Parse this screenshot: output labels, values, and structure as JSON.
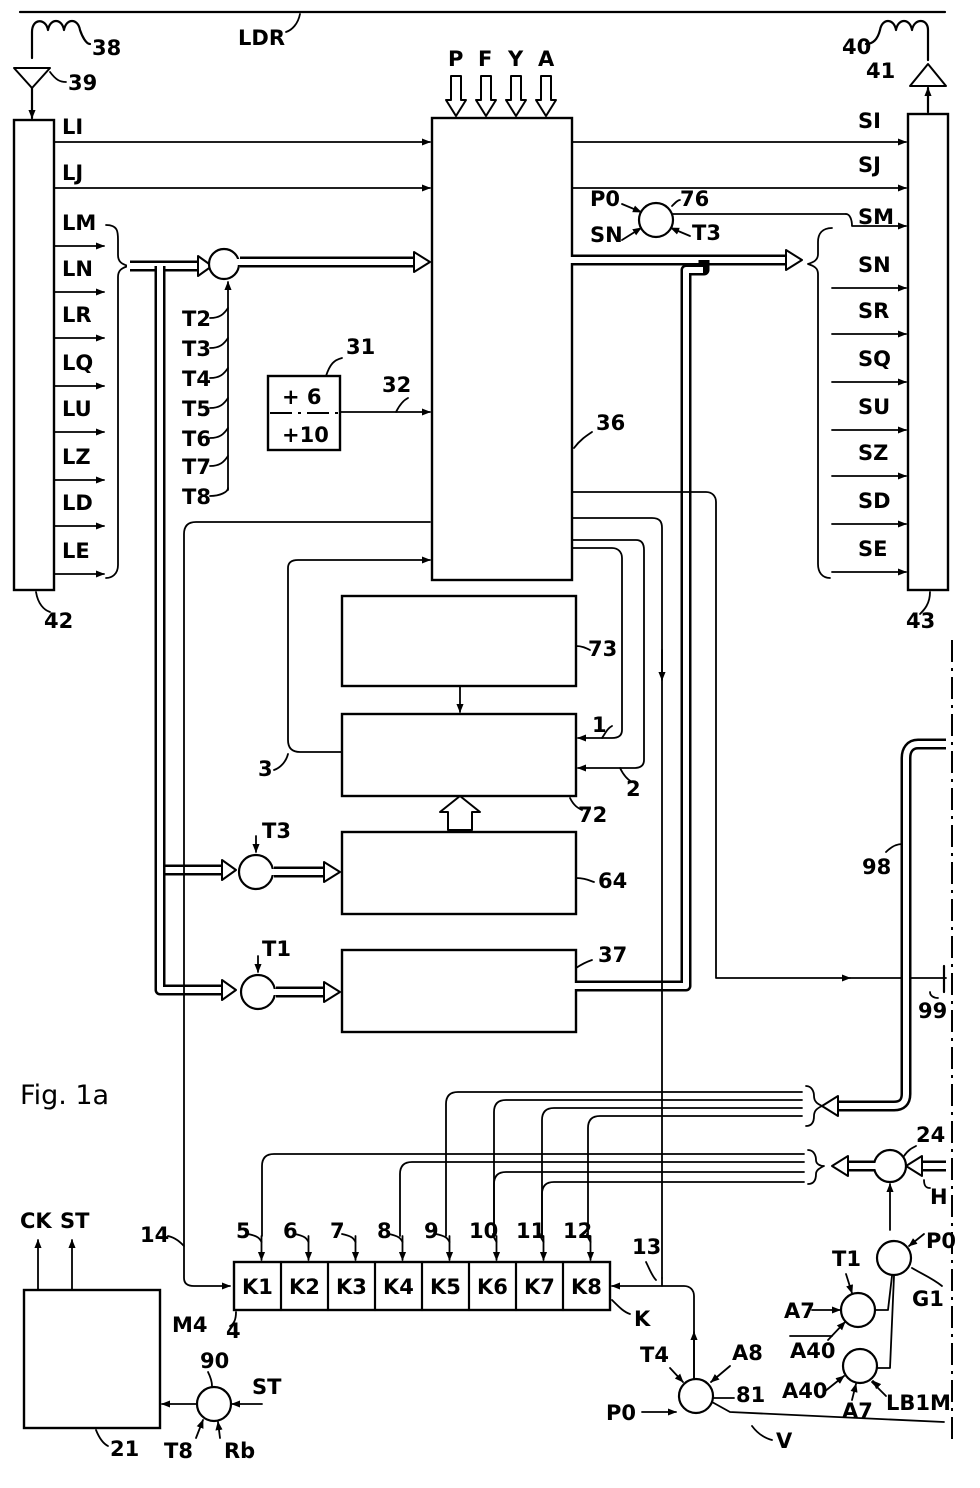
{
  "figure": {
    "caption": "Fig. 1a"
  },
  "antennas": {
    "rx_coil": "38",
    "rx_amp": "39",
    "tx_coil": "40",
    "tx_amp": "41",
    "top_line": "LDR"
  },
  "left_register": {
    "ref": "42",
    "lines": [
      "LI",
      "LJ",
      "LM",
      "LN",
      "LR",
      "LQ",
      "LU",
      "LZ",
      "LD",
      "LE"
    ]
  },
  "right_register": {
    "ref": "43",
    "lines": [
      "SI",
      "SJ",
      "SM",
      "SN",
      "SR",
      "SQ",
      "SU",
      "SZ",
      "SD",
      "SE"
    ]
  },
  "central": {
    "ref": "36",
    "inputs": [
      "P",
      "F",
      "Y",
      "A"
    ]
  },
  "adder": {
    "ref": "31",
    "line": "32",
    "top": "+ 6",
    "bottom": "+10"
  },
  "timing": [
    "T2",
    "T3",
    "T4",
    "T5",
    "T6",
    "T7",
    "T8"
  ],
  "gate76": {
    "ref": "76",
    "in1": "P0",
    "in2": "SN",
    "in3": "T3"
  },
  "blocks": {
    "b73": "73",
    "b72": "72",
    "b64": "64",
    "b37": "37",
    "line1": "1",
    "line2": "2",
    "line3": "3"
  },
  "gate64": {
    "label": "T3"
  },
  "gate37": {
    "label": "T1"
  },
  "right_side": {
    "l98": "98",
    "l99": "99",
    "g24": "24",
    "h": "H"
  },
  "keyboard": {
    "ref": "K",
    "m4": "M4",
    "four": "4",
    "keys": [
      "K1",
      "K2",
      "K3",
      "K4",
      "K5",
      "K6",
      "K7",
      "K8"
    ],
    "lines": [
      "5",
      "6",
      "7",
      "8",
      "9",
      "10",
      "11",
      "12"
    ],
    "l13": "13",
    "l14": "14"
  },
  "gate81": {
    "ref": "81",
    "t4": "T4",
    "a8": "A8",
    "p0": "P0",
    "v": "V"
  },
  "logic_right": {
    "p0": "P0",
    "g1": "G1",
    "t1": "T1",
    "a7a": "A7",
    "a40bar": "A40",
    "a40": "A40",
    "a7b": "A7",
    "lb1m": "LB1M"
  },
  "block21": {
    "ref": "21",
    "ck": "CK",
    "st": "ST"
  },
  "gate90": {
    "ref": "90",
    "st": "ST",
    "t8": "T8",
    "rb": "Rb"
  }
}
